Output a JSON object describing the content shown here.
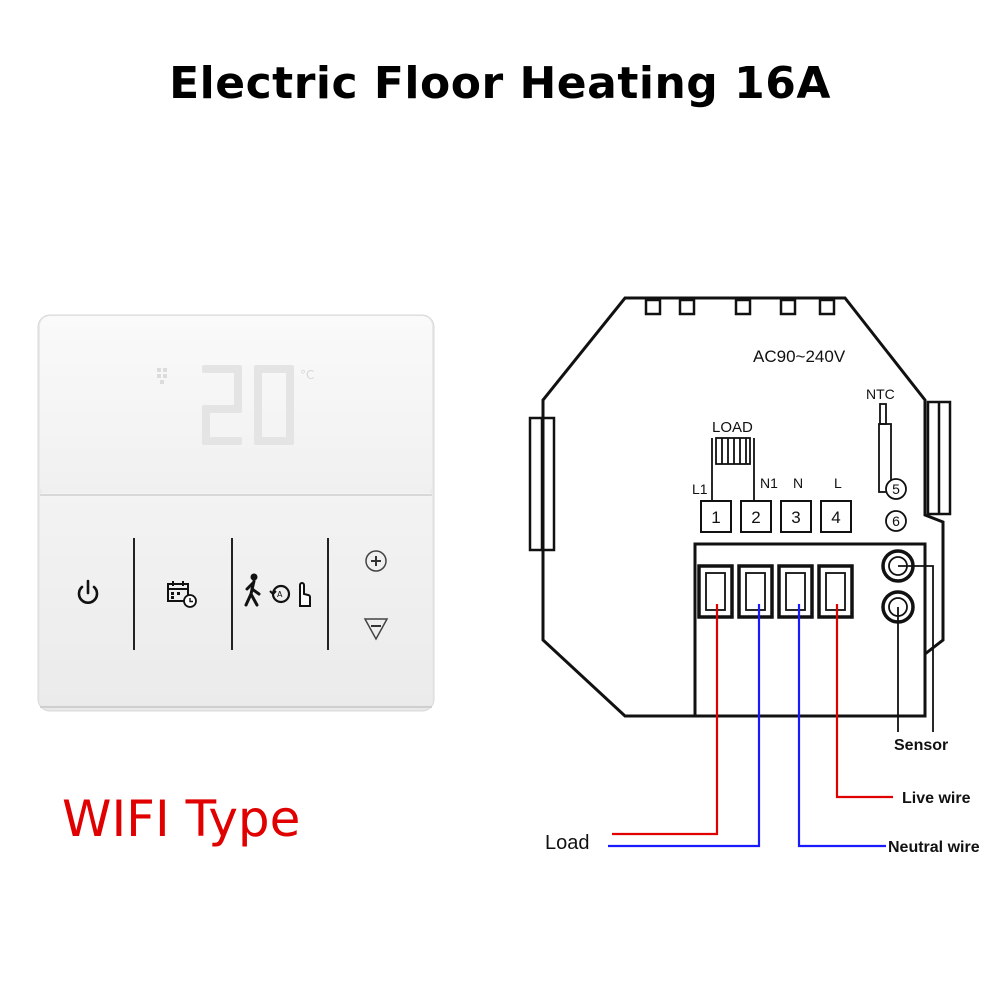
{
  "title": "Electric Floor Heating 16A",
  "product": {
    "type_label": "WIFI Type",
    "display": {
      "temperature": "20",
      "unit": "°C"
    },
    "buttons": [
      {
        "name": "power-button",
        "icon": "power-icon"
      },
      {
        "name": "schedule-button",
        "icon": "calendar-clock-icon"
      },
      {
        "name": "mode-button",
        "icon": "manual-auto-mode-icon"
      },
      {
        "name": "increase-button",
        "icon": "plus-icon"
      },
      {
        "name": "decrease-button",
        "icon": "minus-icon"
      }
    ]
  },
  "wiring": {
    "voltage": "AC90~240V",
    "load_label": "LOAD",
    "ntc_label": "NTC",
    "terminals": [
      {
        "id": "1",
        "label": "L1"
      },
      {
        "id": "2",
        "label": "N1"
      },
      {
        "id": "3",
        "label": "N"
      },
      {
        "id": "4",
        "label": "L"
      }
    ],
    "sensor_terminals": [
      "5",
      "6"
    ],
    "wires": {
      "load": "Load",
      "sensor": "Sensor",
      "live": "Live wire",
      "neutral": "Neutral wire"
    },
    "colors": {
      "live": "#e00000",
      "neutral": "#1a1aff",
      "line": "#000000"
    }
  }
}
